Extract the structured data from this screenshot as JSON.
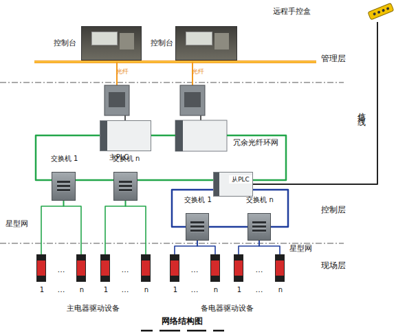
{
  "diagram": {
    "title": "网络结构图",
    "nodes": [
      {
        "text": [
          "远程手控盒"
        ]
      },
      {
        "text": [
          "控制台"
        ]
      },
      {
        "text": [
          "控制台"
        ]
      },
      {
        "text": [
          "主PLC"
        ]
      },
      {
        "text": [
          "交换机 1"
        ]
      },
      {
        "text": [
          "交换机 n"
        ]
      },
      {
        "text": [
          "从PLC"
        ]
      },
      {
        "text": [
          "交换机 1"
        ]
      },
      {
        "text": [
          "交换机 n"
        ]
      },
      {
        "text": [
          "1"
        ]
      },
      {
        "text": [
          "n"
        ]
      },
      {
        "text": [
          "1"
        ]
      },
      {
        "text": [
          "n"
        ]
      },
      {
        "text": [
          "1"
        ]
      },
      {
        "text": [
          "n"
        ]
      },
      {
        "text": [
          "1"
        ]
      },
      {
        "text": [
          "n"
        ]
      }
    ],
    "edges": [
      {
        "from": 4,
        "to": 9,
        "arrow": "none"
      },
      {
        "from": 4,
        "to": 10,
        "arrow": "none"
      },
      {
        "from": 5,
        "to": 11,
        "arrow": "none"
      },
      {
        "from": 5,
        "to": 12,
        "arrow": "none"
      },
      {
        "from": 7,
        "to": 13,
        "arrow": "none"
      },
      {
        "from": 7,
        "to": 14,
        "arrow": "none"
      },
      {
        "from": 8,
        "to": 15,
        "arrow": "none"
      },
      {
        "from": 8,
        "to": 16,
        "arrow": "none"
      },
      {
        "from": 3,
        "to": 4,
        "arrow": "none"
      },
      {
        "from": 4,
        "to": 5,
        "arrow": "none"
      },
      {
        "from": 5,
        "to": 6,
        "arrow": "none"
      },
      {
        "from": 6,
        "to": 7,
        "arrow": "none"
      },
      {
        "from": 7,
        "to": 8,
        "arrow": "none"
      },
      {
        "from": 6,
        "to": 8,
        "arrow": "none"
      },
      {
        "from": 0,
        "to": 6,
        "label": "信号线",
        "arrow": "none"
      }
    ],
    "labels": [
      "管理层",
      "光纤",
      "光纤",
      "冗余光纤环网",
      "控制层",
      "星型网",
      "星型网",
      "现场层",
      "…",
      "…",
      "…",
      "…",
      "…",
      "…",
      "…",
      "…",
      "主电器驱动设备",
      "备电器驱动设备"
    ]
  }
}
